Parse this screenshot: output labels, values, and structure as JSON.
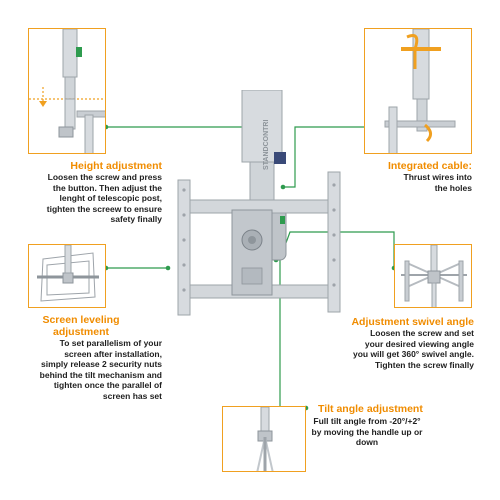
{
  "callouts": {
    "height": {
      "title": "Height adjustment",
      "lines": [
        "Loosen the screw and press",
        "the button. Then adjust the",
        "lenght of telescopic post,",
        "tighten the screew to ensure",
        "safety finally"
      ]
    },
    "cable": {
      "title": "Integrated cable:",
      "lines": [
        "Thrust wires into",
        "the holes"
      ]
    },
    "leveling": {
      "title_lines": [
        "Screen leveling",
        "adjustment"
      ],
      "lines": [
        "To set parallelism of your",
        "screen after installation,",
        "simply release 2 security nuts",
        "behind the tilt mechanism and",
        "tighten once the parallel of",
        "screen has set"
      ]
    },
    "swivel": {
      "title": "Adjustment swivel angle",
      "lines": [
        "Loosen the screw and set",
        "your desired viewing angle",
        "you will get 360° swivel angle.",
        "Tighten the screw finally"
      ]
    },
    "tilt": {
      "title": "Tilt angle adjustment",
      "lines": [
        "Full tilt angle from -20°/+2°",
        "by moving the handle up or",
        "down"
      ]
    }
  },
  "product": {
    "brand_text": "STANDCONTRI"
  },
  "colors": {
    "accent": "#f08c00",
    "frame": "#f0a020",
    "connector": "#2e9b4e",
    "metal": "#c9ced3"
  }
}
